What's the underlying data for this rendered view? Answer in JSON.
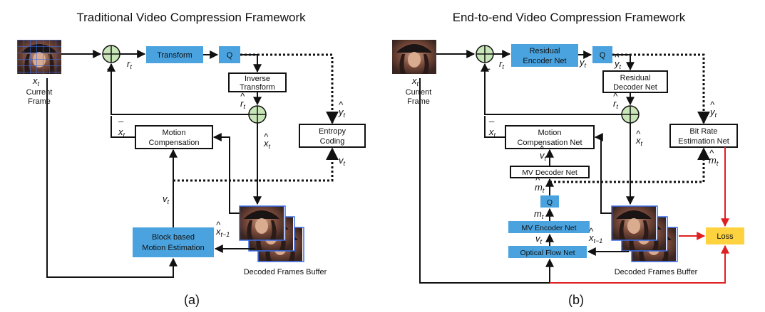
{
  "panel_a": {
    "title": "Traditional Video Compression Framework",
    "caption": "(a)",
    "transform": "Transform",
    "q": "Q",
    "inverse_transform_1": "Inverse",
    "inverse_transform_2": "Transform",
    "motion_comp_1": "Motion",
    "motion_comp_2": "Compensation",
    "entropy_1": "Entropy",
    "entropy_2": "Coding",
    "block_me_1": "Block based",
    "block_me_2": "Motion Estimation",
    "current_frame_1": "Current",
    "current_frame_2": "Frame",
    "buffer": "Decoded Frames Buffer",
    "minus": "-"
  },
  "panel_b": {
    "title": "End-to-end Video Compression Framework",
    "caption": "(b)",
    "res_enc_1": "Residual",
    "res_enc_2": "Encoder Net",
    "q": "Q",
    "res_dec_1": "Residual",
    "res_dec_2": "Decoder Net",
    "motion_comp_1": "Motion",
    "motion_comp_2": "Compensation Net",
    "bitrate_1": "Bit Rate",
    "bitrate_2": "Estimation Net",
    "mv_decoder": "MV Decoder Net",
    "q2": "Q",
    "mv_encoder": "MV Encoder Net",
    "optical_flow": "Optical Flow Net",
    "loss": "Loss",
    "current_frame_1": "Current",
    "current_frame_2": "Frame",
    "buffer": "Decoded Frames Buffer",
    "minus": "-"
  },
  "symbols": {
    "x_t": "x",
    "sub_t": "t",
    "sub_tm1": "t−1",
    "r": "r",
    "y": "y",
    "v": "v",
    "m": "m",
    "x": "x"
  },
  "colors": {
    "net_blue": "#4aa3df",
    "loss_yellow": "#ffd23f",
    "adder_green": "#c8e6b8",
    "loss_path_red": "#e02020"
  }
}
